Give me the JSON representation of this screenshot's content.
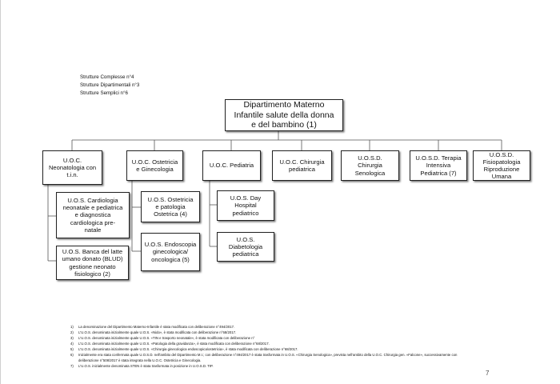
{
  "summary": {
    "complesse": "Strutture Complesse n°4",
    "dipartimentali": "Strutture Dipartimentali n°3",
    "semplici": "Strutture Semplici n°6"
  },
  "department": {
    "line1": "Dipartimento  Materno",
    "line2": "Infantile salute della donna",
    "line3": "e del bambino (1)"
  },
  "units": {
    "neonatologia": [
      "U.O.C.",
      "Neonatologia con",
      "t.i.n."
    ],
    "ostetricia": [
      "U.O.C. Ostetricia",
      "e Ginecologia"
    ],
    "pediatria": [
      "U.O.C. Pediatria"
    ],
    "chirurgia_ped": [
      "U.O.C. Chirurgia",
      "pediatrica"
    ],
    "senologica": [
      "U.O.S.D.",
      "Chirurgia",
      "Senologica"
    ],
    "terapia_intensiva": [
      "U.O.S.D. Terapia",
      "Intensiva",
      "Pediatrica (7)"
    ],
    "fisiopatologia": [
      "U.O.S.D.",
      "Fisiopatologia",
      "Riproduzione",
      "Umana"
    ]
  },
  "subunits": {
    "cardiologia": [
      "U.O.S. Cardiologia",
      "neonatale e pediatrica",
      "e diagnostica",
      "cardiologica pre-",
      "natale"
    ],
    "banca_latte": [
      "U.O.S. Banca del latte",
      "umano donato (BLUD)",
      "gestione neonato",
      "fisiologico (2)"
    ],
    "ostetricia_patologia": [
      "U.O.S.  Ostetricia",
      "e patologia",
      "Ostetrica (4)"
    ],
    "endoscopia": [
      "U.O.S. Endoscopia",
      "ginecologica/",
      "oncologica (5)"
    ],
    "day_hospital": [
      "U.O.S. Day",
      "Hospital",
      "pediatrico"
    ],
    "diabetologia": [
      "U.O.S.",
      "Diabetologia",
      "pediatrica"
    ]
  },
  "footnotes": [
    {
      "num": "1)",
      "text": "La denominazione del Dipartimento  Materno-Infantile è stata modificata con deliberazione n°494/2017."
    },
    {
      "num": "2)",
      "text": "L'U.O.S. denominata inizialmente quale U.O.S. «Nido», è stata modificata con deliberazione n°68/2017."
    },
    {
      "num": "3)",
      "text": "L'U.O.S. denominata inizialmente quale U.O.S. «TIN e trasporto neonatale», è stata modificata con deliberazione n°"
    },
    {
      "num": "4)",
      "text": "L'U.O.S. denominata inizialmente quale U.O.S. «Patologia della gravidanza», è stata modificata con deliberazione n°68/2017."
    },
    {
      "num": "5)",
      "text": "L'U.O.S. denominata inizialmente quale U.O.S. «Chirurgia ginecologica endoscopica/ostetricia», è stata modificata con deliberazione n°68/2017."
    },
    {
      "num": "6)",
      "text": "Inizialmente era stata confermata quale U.O.S.D. nell'ambito del Dipartimento M.I.; con  deliberazione n°494/2017 è stata trasformata in U.O.S. «Chirurgia Senologica», prevista nell'ambito della U.O.C. Chirurgia gen. «Falcone», successivamente con deliberazione n°508/2017 è stata integrata nella U.O.C. Ostetricia e Ginecologia."
    },
    {
      "num": "7)",
      "text": "L'U.O.S. inizialmente denominata STEN è stata trasformata in posizione in U.O.S.D. TIP."
    }
  ],
  "page_number": "7"
}
